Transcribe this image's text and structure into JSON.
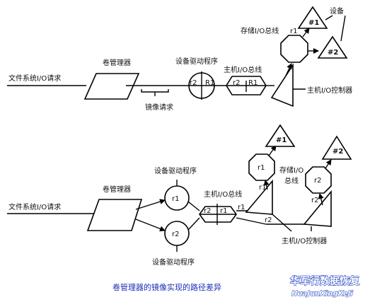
{
  "top": {
    "file_request": "文件系统I/O请求",
    "volume_manager": "卷管理器",
    "mirror_request": "镜像请求",
    "device_driver": "设备驱动程序",
    "r2": "r2",
    "R1": "R1",
    "host_bus": "主机I/O总线",
    "storage_bus": "存储I/O总线",
    "r1": "r1",
    "dev1": "#1",
    "dev2": "#2",
    "device": "设备",
    "controller": "主机I/O控制器"
  },
  "bottom": {
    "device_driver_top": "设备驱动程序",
    "device_driver_bottom": "设备驱动程序",
    "r1": "r1",
    "r2": "r2",
    "volume_manager": "卷管理器",
    "file_request": "文件系统I/O请求",
    "host_bus": "主机I/O总线",
    "storage_bus_1": "存储I/O",
    "storage_bus_2": "总线",
    "dev1": "#1",
    "dev2": "#2",
    "controller": "主机I/O控制器"
  },
  "caption": "卷管理器的镜像实现的路径差异",
  "watermark": {
    "line1": "华军行数据恢复",
    "line2": "HuaJunXingKeJi"
  }
}
